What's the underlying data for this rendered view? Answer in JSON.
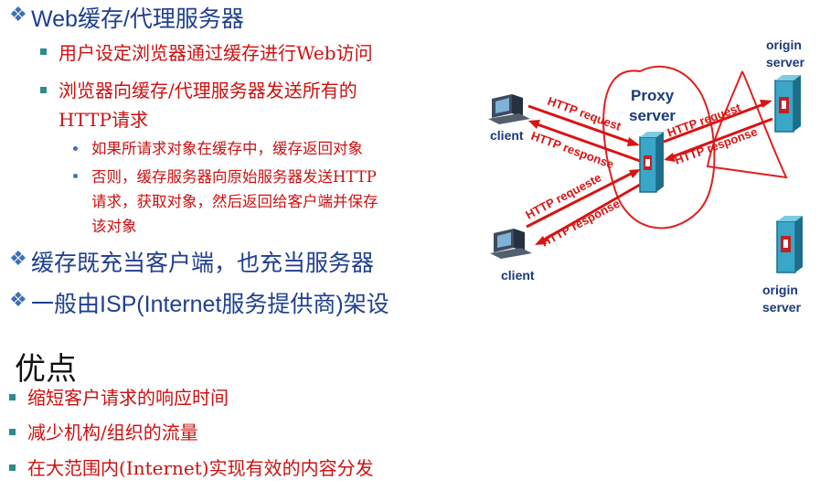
{
  "slide": {
    "bullets": [
      {
        "text": "Web缓存/代理服务器",
        "sub": [
          {
            "text": "用户设定浏览器通过缓存进行Web访问"
          },
          {
            "text_line1": "浏览器向缓存/代理服务器发送所有的",
            "text_line2": "HTTP请求",
            "sub": [
              {
                "text": "如果所请求对象在缓存中，缓存返回对象"
              },
              {
                "text_line1": "否则，缓存服务器向原始服务器发送HTTP",
                "text_line2": "请求，获取对象，然后返回给客户端并保存",
                "text_line3": "该对象"
              }
            ]
          }
        ]
      },
      {
        "text": "缓存既充当客户端，也充当服务器"
      },
      {
        "text": "一般由ISP(Internet服务提供商)架设"
      }
    ],
    "advantages_title": "优点",
    "advantages": [
      "缩短客户请求的响应时间",
      "减少机构/组织的流量",
      "在大范围内(Internet)实现有效的内容分发"
    ]
  },
  "diagram": {
    "proxy_label_1": "Proxy",
    "proxy_label_2": "server",
    "client_top": "client",
    "client_bottom": "client",
    "origin_top_1": "origin",
    "origin_top_2": "server",
    "origin_bottom_1": "origin",
    "origin_bottom_2": "server",
    "arrows": {
      "client1_request": "HTTP request",
      "client1_response": "HTTP response",
      "server_request": "HTTP request",
      "server_response": "HTTP response",
      "client2_request": "HTTP requeste",
      "client2_response": "HTTP response"
    },
    "colors": {
      "arrow": "#d81414",
      "annotation": "#e02020",
      "device": "#3aa6c8",
      "device_dark": "#1d6e8a"
    }
  }
}
